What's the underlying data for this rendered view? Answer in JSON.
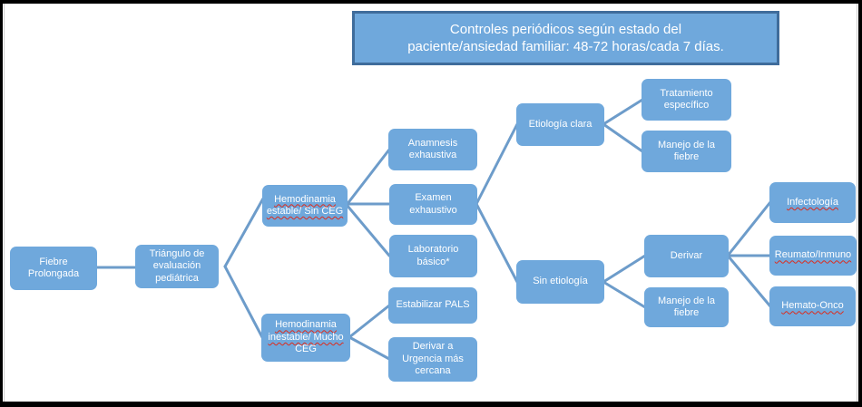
{
  "header": {
    "line1": "Controles periódicos según estado del",
    "line2": "paciente/ansiedad familiar: 48-72 horas/cada 7 días."
  },
  "nodes": {
    "fiebre": {
      "label": "Fiebre Prolongada"
    },
    "triangulo": {
      "label": "Triángulo de evaluación pediátrica"
    },
    "hemo_estable": {
      "label": "Hemodinamia estable/ Sin CEG"
    },
    "hemo_inestable": {
      "label_wavy": "Hemodinamia inestable/ Mucho",
      "label_plain": "CEG"
    },
    "anamnesis": {
      "label": "Anamnesis exhaustiva"
    },
    "examen": {
      "label": "Examen exhaustivo"
    },
    "laboratorio": {
      "label": "Laboratorio básico*"
    },
    "estabilizar": {
      "label": "Estabilizar PALS"
    },
    "derivar_urgencia": {
      "label": "Derivar a Urgencia más cercana"
    },
    "etiologia_clara": {
      "label": "Etiología clara"
    },
    "sin_etiologia": {
      "label": "Sin etiología"
    },
    "tratamiento": {
      "label": "Tratamiento específico"
    },
    "manejo_fiebre_top": {
      "label": "Manejo de la fiebre"
    },
    "derivar": {
      "label": "Derivar"
    },
    "manejo_fiebre_bottom": {
      "label": "Manejo de la fiebre"
    },
    "infectologia": {
      "label": "Infectología"
    },
    "reumato": {
      "label": "Reumato/Inmuno"
    },
    "hemato": {
      "label": "Hemato-Onco"
    }
  },
  "colors": {
    "box_fill": "#6fa8dc",
    "box_text": "#ffffff",
    "connector": "#6d9cca",
    "header_border": "#3f6c9b",
    "spellcheck_underline": "#dd2b1c",
    "frame": "#000000"
  }
}
